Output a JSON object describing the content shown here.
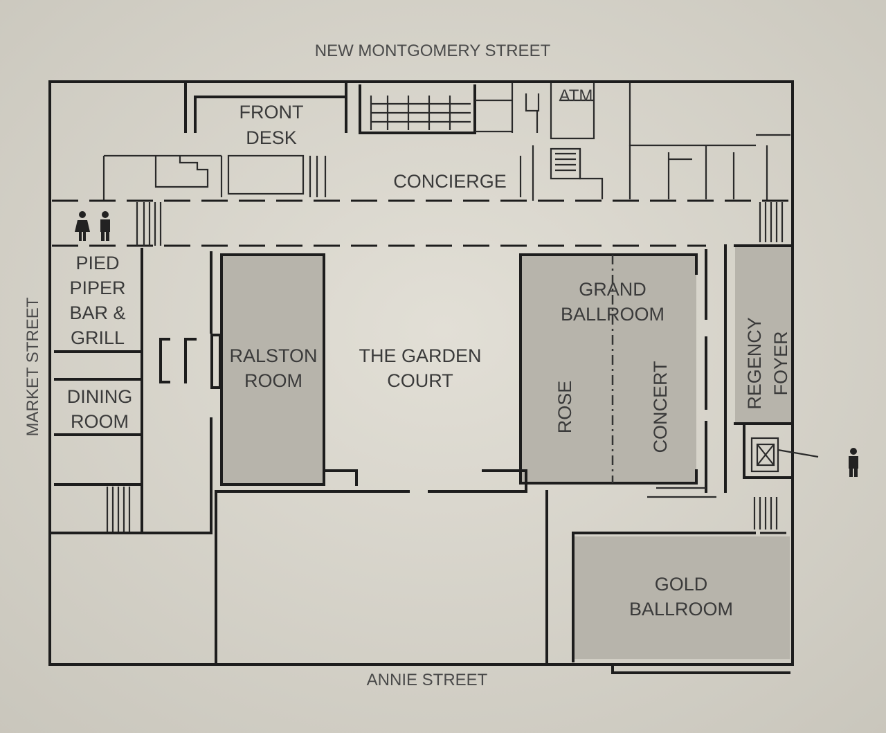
{
  "streets": {
    "north": "NEW MONTGOMERY STREET",
    "south": "ANNIE STREET",
    "west": "MARKET STREET"
  },
  "rooms": {
    "front_desk": [
      "FRONT",
      "DESK"
    ],
    "atm": "ATM",
    "concierge": "CONCIERGE",
    "pied_piper": [
      "PIED",
      "PIPER",
      "BAR &",
      "GRILL"
    ],
    "dining_room": [
      "DINING",
      "ROOM"
    ],
    "ralston": [
      "RALSTON",
      "ROOM"
    ],
    "garden_court": [
      "THE GARDEN",
      "COURT"
    ],
    "grand_ballroom": [
      "GRAND",
      "BALLROOM"
    ],
    "rose": "ROSE",
    "concert": "CONCERT",
    "regency_foyer": [
      "REGENCY",
      "FOYER"
    ],
    "gold_ballroom": [
      "GOLD",
      "BALLROOM"
    ]
  },
  "icons": [
    "restroom-icon",
    "elevator-icon",
    "you-are-here-person-icon",
    "stairs-icon"
  ],
  "colors": {
    "background": "#d6d3c9",
    "room_fill": "#b7b4ab",
    "wall": "#1d1d1d"
  }
}
